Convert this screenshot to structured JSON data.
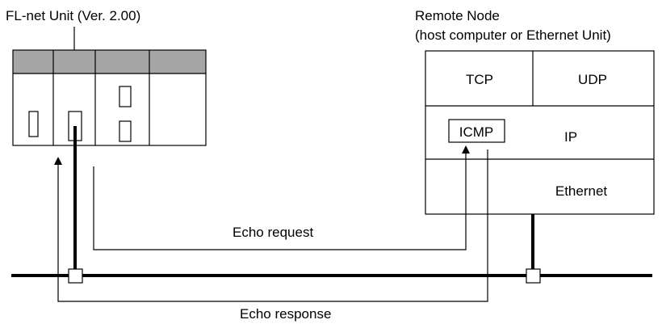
{
  "fl_net_unit": {
    "label": "FL-net Unit (Ver. 2.00)"
  },
  "remote_node": {
    "title": "Remote Node",
    "subtitle": "(host computer or Ethernet Unit)",
    "layers": {
      "tcp": "TCP",
      "udp": "UDP",
      "icmp": "ICMP",
      "ip": "IP",
      "ethernet": "Ethernet"
    }
  },
  "messages": {
    "echo_request": "Echo request",
    "echo_response": "Echo response"
  },
  "colors": {
    "line": "#000000",
    "unit_header": "#a6a6a6",
    "background": "#ffffff"
  }
}
